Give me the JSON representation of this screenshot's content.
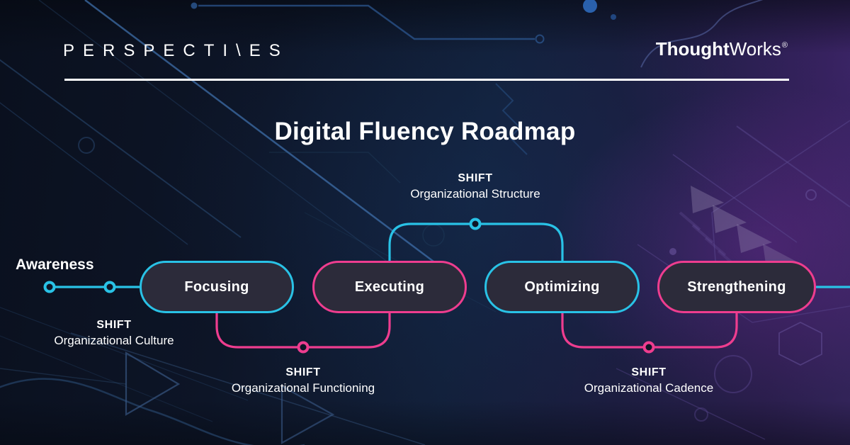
{
  "colors": {
    "cyan": "#29c2e6",
    "pink": "#ee3d8f",
    "box_fill": "#2c2b3a",
    "node_fill": "#0e1526",
    "text_white": "#ffffff",
    "background_navy": "#0d1424",
    "background_purple": "#2e2152"
  },
  "header": {
    "publication": "PERSPECTI\\ES",
    "brand_bold": "Thought",
    "brand_regular": "Works",
    "brand_registered": "®"
  },
  "title": "Digital Fluency Roadmap",
  "diagram": {
    "start_label": "Awareness",
    "stages": [
      {
        "label": "Focusing",
        "accent": "#29c2e6"
      },
      {
        "label": "Executing",
        "accent": "#ee3d8f"
      },
      {
        "label": "Optimizing",
        "accent": "#29c2e6"
      },
      {
        "label": "Strengthening",
        "accent": "#ee3d8f"
      }
    ],
    "shifts": [
      {
        "heading": "SHIFT",
        "target": "Organizational Culture",
        "position": "below-start"
      },
      {
        "heading": "SHIFT",
        "target": "Organizational Functioning",
        "position": "below"
      },
      {
        "heading": "SHIFT",
        "target": "Organizational Structure",
        "position": "above"
      },
      {
        "heading": "SHIFT",
        "target": "Organizational Cadence",
        "position": "below"
      }
    ]
  }
}
